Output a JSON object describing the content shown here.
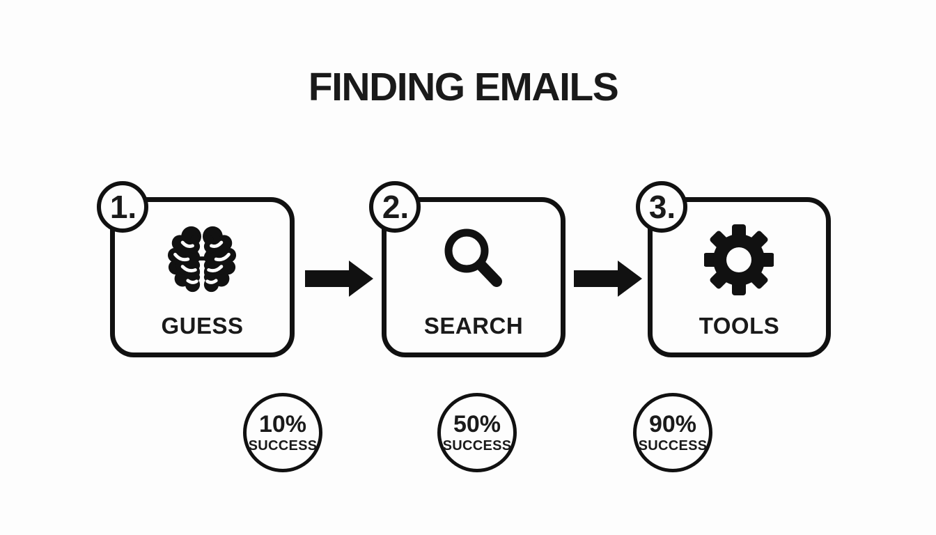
{
  "colors": {
    "background": "#fdfdfd",
    "ink": "#111111",
    "text": "#1a1a1a"
  },
  "title": "FINDING EMAILS",
  "steps": [
    {
      "number": "1.",
      "icon": "brain-icon",
      "label": "GUESS",
      "success_rate": "10%",
      "success_label": "SUCCESS"
    },
    {
      "number": "2.",
      "icon": "search-icon",
      "label": "SEARCH",
      "success_rate": "50%",
      "success_label": "SUCCESS"
    },
    {
      "number": "3.",
      "icon": "gear-icon",
      "label": "TOOLS",
      "success_rate": "90%",
      "success_label": "SUCCESS"
    }
  ],
  "arrows": [
    {
      "icon": "arrow-right-icon"
    },
    {
      "icon": "arrow-right-icon"
    }
  ]
}
